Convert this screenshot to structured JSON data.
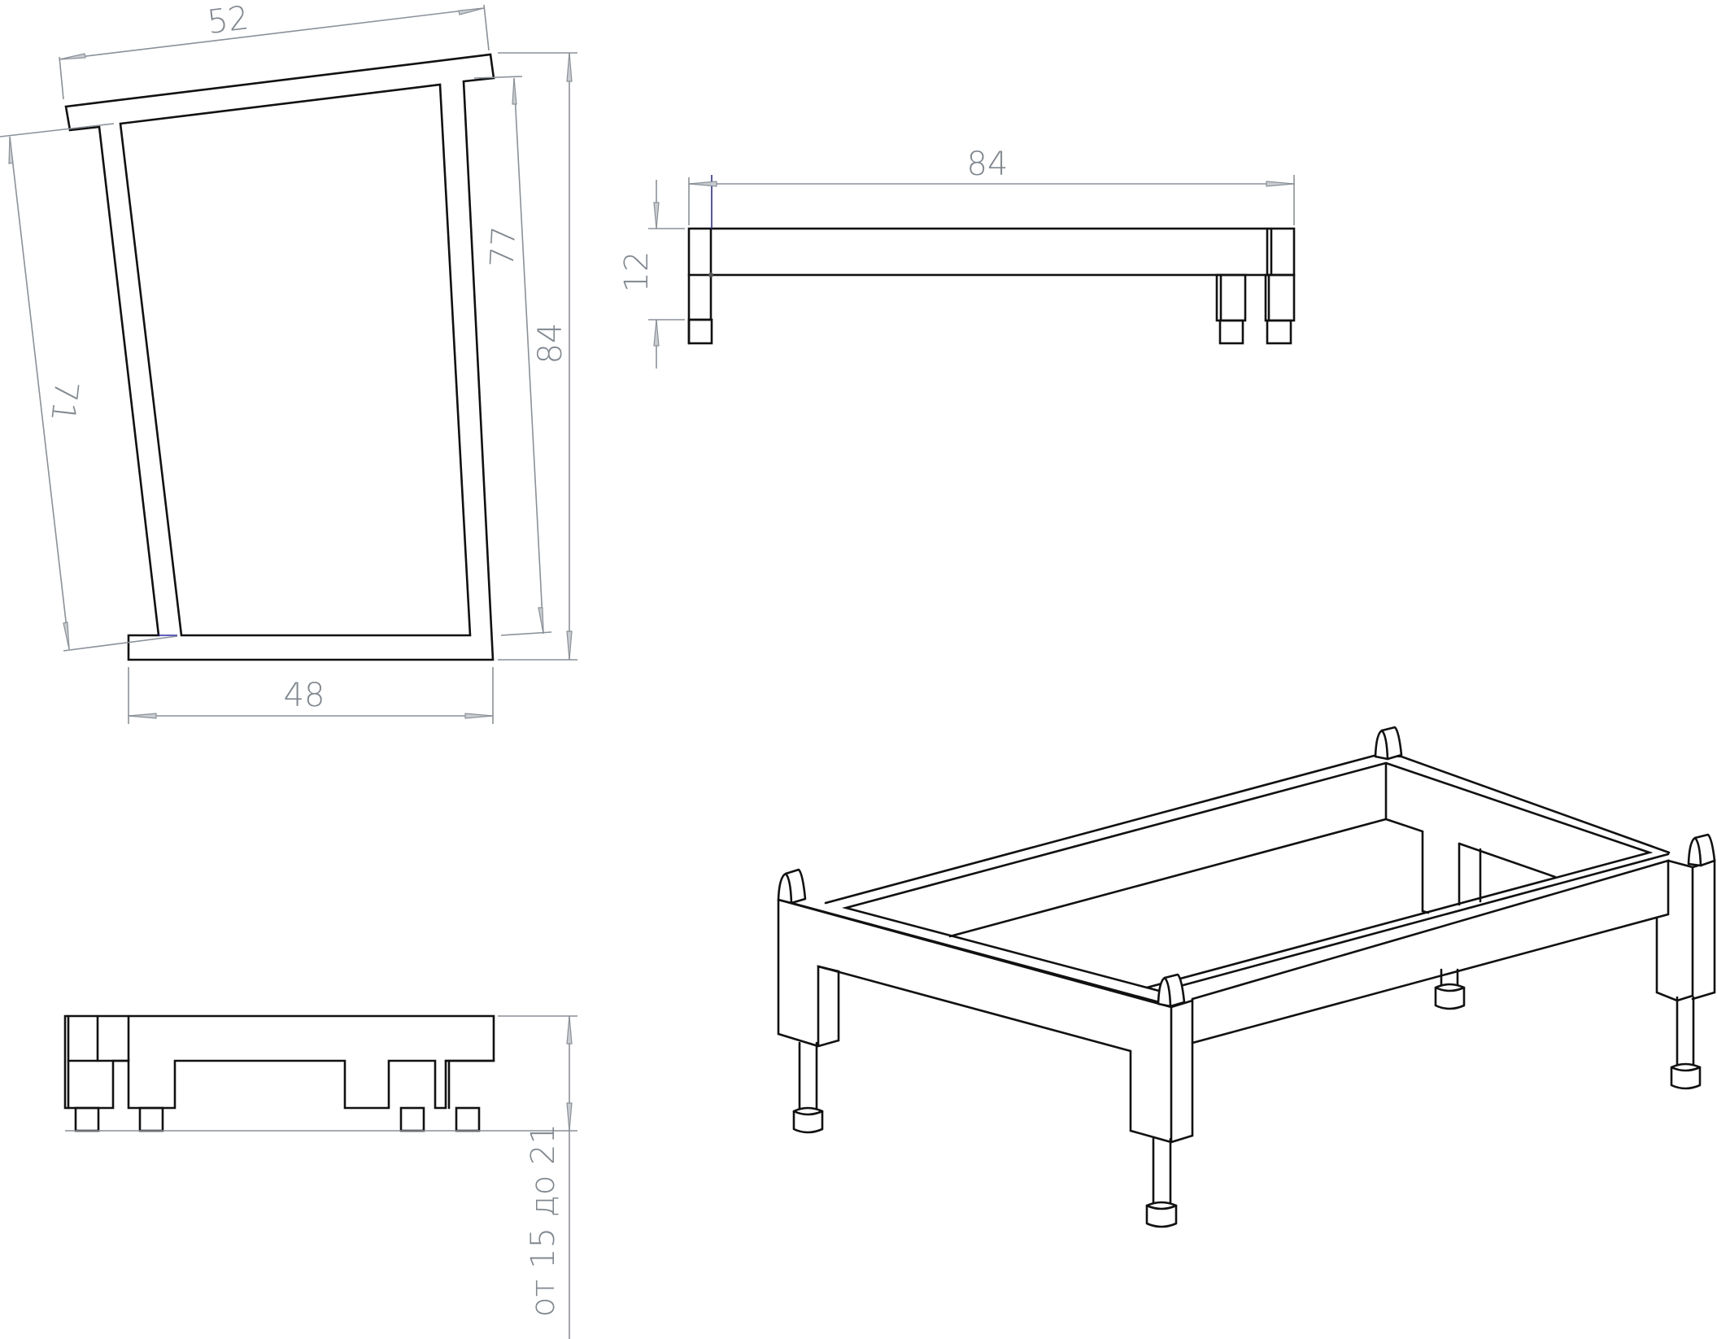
{
  "views": {
    "side": {
      "dim_top": "52",
      "dim_left": "71",
      "dim_inner_height": "77",
      "dim_total_height": "84",
      "dim_bottom": "48"
    },
    "front": {
      "dim_width": "84",
      "dim_height": "12"
    },
    "end": {
      "dim_adjustable": "от 15 до 21"
    }
  },
  "colors": {
    "line": "#111111",
    "dimension": "#8a9199",
    "background": "#ffffff"
  }
}
